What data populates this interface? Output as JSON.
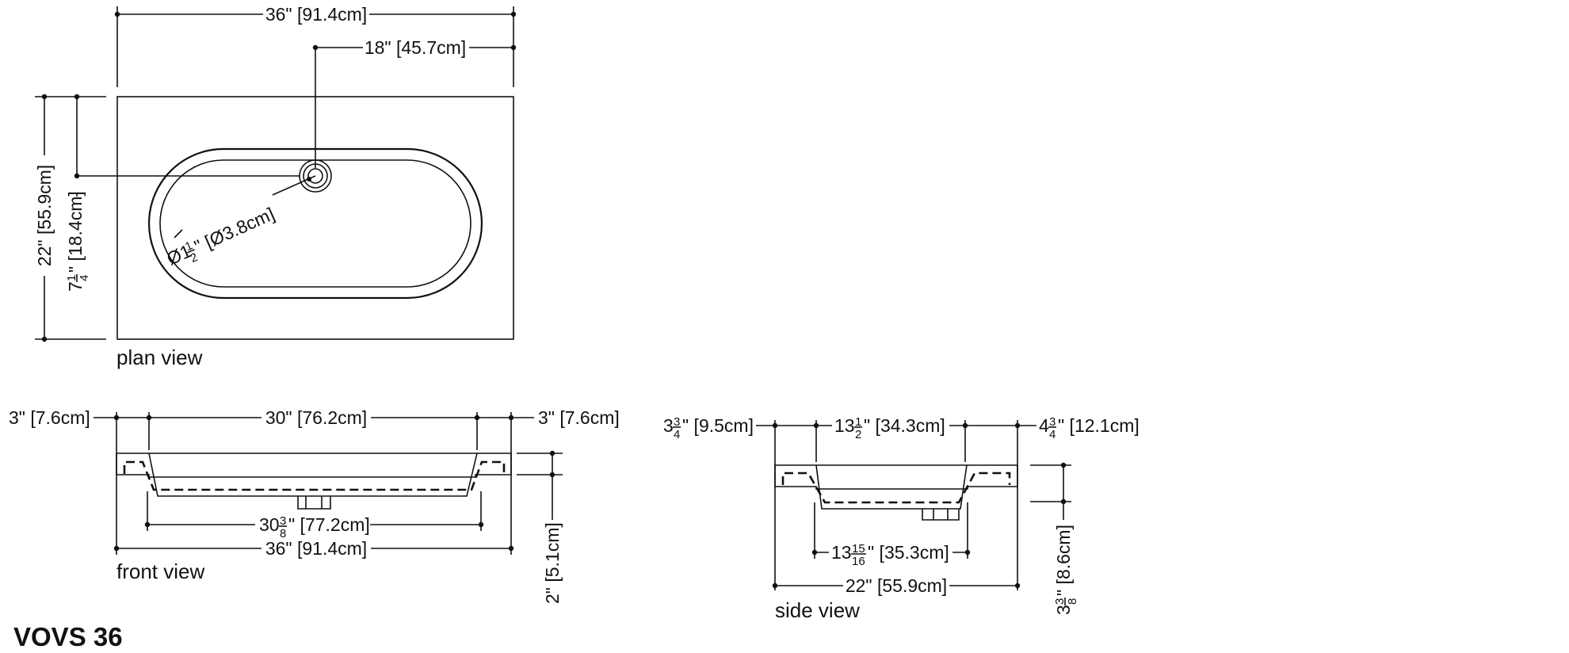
{
  "title": "VOVS 36",
  "views": {
    "plan": {
      "caption": "plan view",
      "width": "36\" [91.4cm]",
      "drain_offset": "18\" [45.7cm]",
      "depth": "22\" [55.9cm]",
      "drain_from_back_whole": "7",
      "drain_from_back_num": "1",
      "drain_from_back_den": "4",
      "drain_from_back_rest": "\" [18.4cm]",
      "drain_dia_whole": "Ø1",
      "drain_dia_num": "1",
      "drain_dia_den": "2",
      "drain_dia_rest": "\" [Ø3.8cm]"
    },
    "front": {
      "caption": "front view",
      "left_margin": "3\" [7.6cm]",
      "basin_top": "30\" [76.2cm]",
      "right_margin": "3\" [7.6cm]",
      "basin_bottom_whole": "30",
      "basin_bottom_num": "3",
      "basin_bottom_den": "8",
      "basin_bottom_rest": "\" [77.2cm]",
      "overall": "36\" [91.4cm]",
      "thickness": "2\" [5.1cm]"
    },
    "side": {
      "caption": "side view",
      "front_margin_whole": "3",
      "front_margin_num": "3",
      "front_margin_den": "4",
      "front_margin_rest": "\" [9.5cm]",
      "basin_top_whole": "13",
      "basin_top_num": "1",
      "basin_top_den": "2",
      "basin_top_rest": "\" [34.3cm]",
      "back_margin_whole": "4",
      "back_margin_num": "3",
      "back_margin_den": "4",
      "back_margin_rest": "\" [12.1cm]",
      "basin_bottom_whole": "13",
      "basin_bottom_num": "15",
      "basin_bottom_den": "16",
      "basin_bottom_rest": "\" [35.3cm]",
      "overall": "22\" [55.9cm]",
      "height_whole": "3",
      "height_num": "3",
      "height_den": "8",
      "height_rest": "\" [8.6cm]"
    }
  }
}
